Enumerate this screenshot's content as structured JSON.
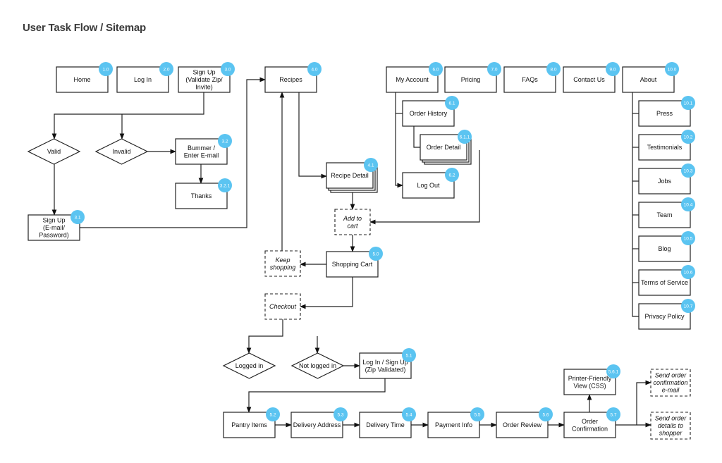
{
  "title": "User Task Flow / Sitemap",
  "colors": {
    "badge": "#5bc4f1",
    "stroke": "#222222",
    "title": "#3b3b3b"
  },
  "nodes": {
    "home": {
      "label": [
        "Home"
      ],
      "badge": "1.0"
    },
    "login": {
      "label": [
        "Log In"
      ],
      "badge": "2.0"
    },
    "signup": {
      "label": [
        "Sign Up",
        "(Validate Zip/",
        "Invite)"
      ],
      "badge": "3.0"
    },
    "valid": {
      "label": [
        "Valid"
      ]
    },
    "invalid": {
      "label": [
        "Invalid"
      ]
    },
    "bummer": {
      "label": [
        "Bummer /",
        "Enter E-mail"
      ],
      "badge": "3.2"
    },
    "thanks": {
      "label": [
        "Thanks"
      ],
      "badge": "3.2.1"
    },
    "signup_email": {
      "label": [
        "Sign Up",
        "(E-mail/",
        "Password)"
      ],
      "badge": "3.1"
    },
    "recipes": {
      "label": [
        "Recipes"
      ],
      "badge": "4.0"
    },
    "recipe_detail": {
      "label": [
        "Recipe Detail"
      ],
      "badge": "4.1"
    },
    "add_to_cart": {
      "label": [
        "Add to",
        "cart"
      ]
    },
    "shopping_cart": {
      "label": [
        "Shopping Cart"
      ],
      "badge": "5.0"
    },
    "keep_shopping": {
      "label": [
        "Keep",
        "shopping"
      ]
    },
    "checkout": {
      "label": [
        "Checkout"
      ]
    },
    "logged_in": {
      "label": [
        "Logged in"
      ]
    },
    "not_logged_in": {
      "label": [
        "Not logged in"
      ]
    },
    "login_signup": {
      "label": [
        "Log In / Sign Up",
        "(Zip Validated)"
      ],
      "badge": "5.1"
    },
    "pantry": {
      "label": [
        "Pantry Items"
      ],
      "badge": "5.2"
    },
    "delivery_address": {
      "label": [
        "Delivery Address"
      ],
      "badge": "5.3"
    },
    "delivery_time": {
      "label": [
        "Delivery Time"
      ],
      "badge": "5.4"
    },
    "payment": {
      "label": [
        "Payment Info"
      ],
      "badge": "5.5"
    },
    "order_review": {
      "label": [
        "Order Review"
      ],
      "badge": "5.6"
    },
    "order_confirm": {
      "label": [
        "Order",
        "Confirmation"
      ],
      "badge": "5.7"
    },
    "printer": {
      "label": [
        "Printer-Friendly",
        "View (CSS)"
      ],
      "badge": "5.6.1"
    },
    "send_email": {
      "label": [
        "Send order",
        "confirmation",
        "e-mail"
      ]
    },
    "send_details": {
      "label": [
        "Send order",
        "details to",
        "shopper"
      ]
    },
    "my_account": {
      "label": [
        "My Account"
      ],
      "badge": "6.0"
    },
    "order_history": {
      "label": [
        "Order History"
      ],
      "badge": "6.1"
    },
    "order_detail": {
      "label": [
        "Order Detail"
      ],
      "badge": "6.1.1"
    },
    "logout": {
      "label": [
        "Log Out"
      ],
      "badge": "6.2"
    },
    "pricing": {
      "label": [
        "Pricing"
      ],
      "badge": "7.0"
    },
    "faqs": {
      "label": [
        "FAQs"
      ],
      "badge": "8.0"
    },
    "contact": {
      "label": [
        "Contact Us"
      ],
      "badge": "9.0"
    },
    "about": {
      "label": [
        "About"
      ],
      "badge": "10.0"
    },
    "press": {
      "label": [
        "Press"
      ],
      "badge": "10.1"
    },
    "testimonials": {
      "label": [
        "Testimonials"
      ],
      "badge": "10.2"
    },
    "jobs": {
      "label": [
        "Jobs"
      ],
      "badge": "10.3"
    },
    "team": {
      "label": [
        "Team"
      ],
      "badge": "10.4"
    },
    "blog": {
      "label": [
        "Blog"
      ],
      "badge": "10.5"
    },
    "terms": {
      "label": [
        "Terms of Service"
      ],
      "badge": "10.6"
    },
    "privacy": {
      "label": [
        "Privacy Policy"
      ],
      "badge": "10.7"
    }
  }
}
